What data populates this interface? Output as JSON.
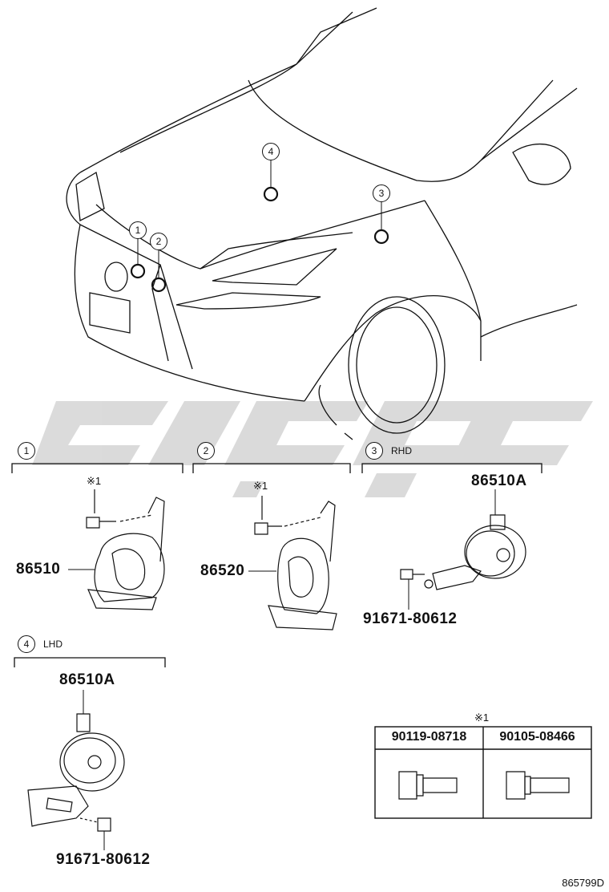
{
  "callouts": {
    "c1": "1",
    "c2": "2",
    "c3": "3",
    "c4": "4"
  },
  "sections": {
    "s1": {
      "num": "1",
      "tag": ""
    },
    "s2": {
      "num": "2",
      "tag": ""
    },
    "s3": {
      "num": "3",
      "tag": "RHD"
    },
    "s4": {
      "num": "4",
      "tag": "LHD"
    }
  },
  "notes": {
    "ref_mark": "※1"
  },
  "parts": {
    "p86510": "86510",
    "p86520": "86520",
    "p86510A_rhd": "86510A",
    "p91671_rhd": "91671-80612",
    "p86510A_lhd": "86510A",
    "p91671_lhd": "91671-80612"
  },
  "table": {
    "header_mark": "※1",
    "col1": "90119-08718",
    "col2": "90105-08466"
  },
  "figure_code": "865799D",
  "watermark": "ttc"
}
